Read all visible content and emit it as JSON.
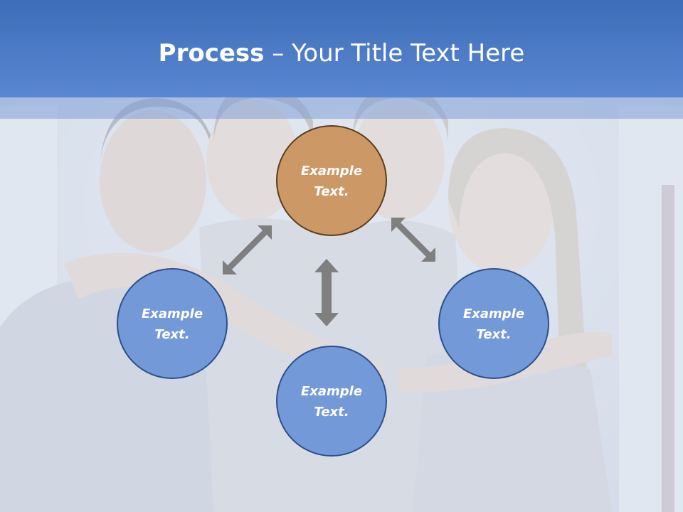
{
  "title": {
    "bold": "Process",
    "separator": " – ",
    "rest": "Your Title Text Here"
  },
  "nodes": [
    {
      "id": "top",
      "line1": "Example",
      "line2": "Text.",
      "fill": "#cc9966",
      "stroke": "#5a3d20"
    },
    {
      "id": "left",
      "line1": "Example",
      "line2": "Text.",
      "fill": "#7499d8",
      "stroke": "#2c4f8c"
    },
    {
      "id": "bottom",
      "line1": "Example",
      "line2": "Text.",
      "fill": "#7499d8",
      "stroke": "#2c4f8c"
    },
    {
      "id": "right",
      "line1": "Example",
      "line2": "Text.",
      "fill": "#7499d8",
      "stroke": "#2c4f8c"
    }
  ],
  "colors": {
    "header": "#4a78c4",
    "arrow": "#7f7f7f",
    "background": "#c9d3e4"
  },
  "background_image": "faded family photo with doctors in the background"
}
